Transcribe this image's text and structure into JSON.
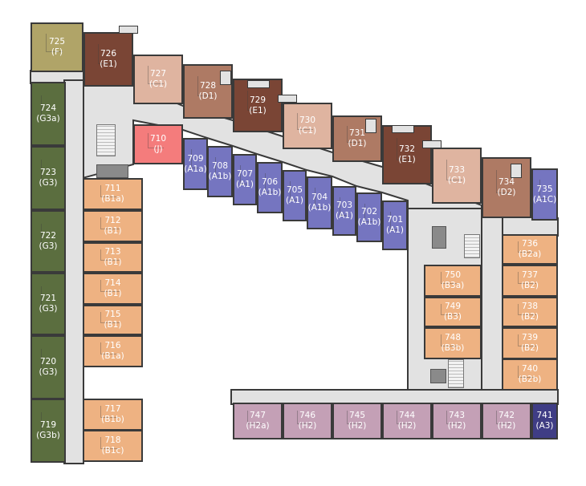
{
  "title": "Floor 7 plan",
  "colors": {
    "F": "#b0a468",
    "E1": "#7a4535",
    "C1": "#dfb4a0",
    "D": "#ae7a64",
    "J": "#f47c7c",
    "A": "#7575c0",
    "G": "#5b6e3f",
    "B": "#eeb282",
    "H": "#c4a0b6",
    "A3": "#3f3d85",
    "corridor": "#e2e2e2"
  },
  "units": [
    {
      "number": "725",
      "type": "(F)",
      "color": "F"
    },
    {
      "number": "726",
      "type": "(E1)",
      "color": "E1"
    },
    {
      "number": "727",
      "type": "(C1)",
      "color": "C1"
    },
    {
      "number": "728",
      "type": "(D1)",
      "color": "D"
    },
    {
      "number": "729",
      "type": "(E1)",
      "color": "E1"
    },
    {
      "number": "730",
      "type": "(C1)",
      "color": "C1"
    },
    {
      "number": "731",
      "type": "(D1)",
      "color": "D"
    },
    {
      "number": "732",
      "type": "(E1)",
      "color": "E1"
    },
    {
      "number": "733",
      "type": "(C1)",
      "color": "C1"
    },
    {
      "number": "734",
      "type": "(D2)",
      "color": "D"
    },
    {
      "number": "735",
      "type": "(A1C)",
      "color": "A"
    },
    {
      "number": "710",
      "type": "(J)",
      "color": "J"
    },
    {
      "number": "709",
      "type": "(A1a)",
      "color": "A"
    },
    {
      "number": "708",
      "type": "(A1b)",
      "color": "A"
    },
    {
      "number": "707",
      "type": "(A1)",
      "color": "A"
    },
    {
      "number": "706",
      "type": "(A1b)",
      "color": "A"
    },
    {
      "number": "705",
      "type": "(A1)",
      "color": "A"
    },
    {
      "number": "704",
      "type": "(A1b)",
      "color": "A"
    },
    {
      "number": "703",
      "type": "(A1)",
      "color": "A"
    },
    {
      "number": "702",
      "type": "(A1b)",
      "color": "A"
    },
    {
      "number": "701",
      "type": "(A1)",
      "color": "A"
    },
    {
      "number": "724",
      "type": "(G3a)",
      "color": "G"
    },
    {
      "number": "723",
      "type": "(G3)",
      "color": "G"
    },
    {
      "number": "722",
      "type": "(G3)",
      "color": "G"
    },
    {
      "number": "721",
      "type": "(G3)",
      "color": "G"
    },
    {
      "number": "720",
      "type": "(G3)",
      "color": "G"
    },
    {
      "number": "719",
      "type": "(G3b)",
      "color": "G"
    },
    {
      "number": "711",
      "type": "(B1a)",
      "color": "B"
    },
    {
      "number": "712",
      "type": "(B1)",
      "color": "B"
    },
    {
      "number": "713",
      "type": "(B1)",
      "color": "B"
    },
    {
      "number": "714",
      "type": "(B1)",
      "color": "B"
    },
    {
      "number": "715",
      "type": "(B1)",
      "color": "B"
    },
    {
      "number": "716",
      "type": "(B1a)",
      "color": "B"
    },
    {
      "number": "717",
      "type": "(B1b)",
      "color": "B"
    },
    {
      "number": "718",
      "type": "(B1c)",
      "color": "B"
    },
    {
      "number": "750",
      "type": "(B3a)",
      "color": "B"
    },
    {
      "number": "749",
      "type": "(B3)",
      "color": "B"
    },
    {
      "number": "748",
      "type": "(B3b)",
      "color": "B"
    },
    {
      "number": "736",
      "type": "(B2a)",
      "color": "B"
    },
    {
      "number": "737",
      "type": "(B2)",
      "color": "B"
    },
    {
      "number": "738",
      "type": "(B2)",
      "color": "B"
    },
    {
      "number": "739",
      "type": "(B2)",
      "color": "B"
    },
    {
      "number": "740",
      "type": "(B2b)",
      "color": "B"
    },
    {
      "number": "747",
      "type": "(H2a)",
      "color": "H"
    },
    {
      "number": "746",
      "type": "(H2)",
      "color": "H"
    },
    {
      "number": "745",
      "type": "(H2)",
      "color": "H"
    },
    {
      "number": "744",
      "type": "(H2)",
      "color": "H"
    },
    {
      "number": "743",
      "type": "(H2)",
      "color": "H"
    },
    {
      "number": "742",
      "type": "(H2)",
      "color": "H"
    },
    {
      "number": "741",
      "type": "(A3)",
      "color": "A3"
    }
  ]
}
